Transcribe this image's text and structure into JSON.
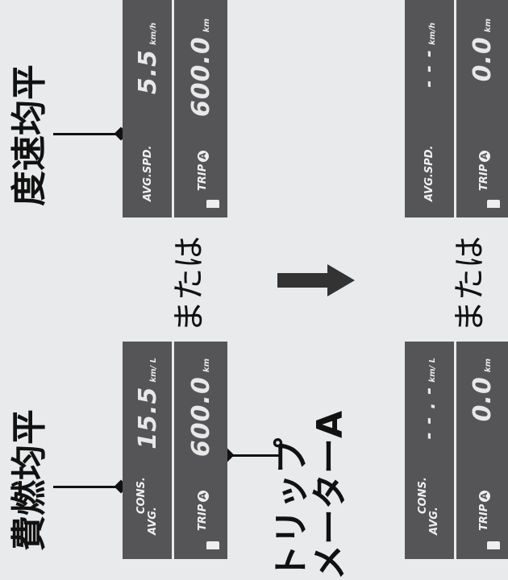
{
  "labels": {
    "avg_fuel": "平均燃費",
    "avg_speed": "平均速度",
    "trip_meter_line1": "トリップ",
    "trip_meter_line2": "メーターA",
    "or": "または"
  },
  "display": {
    "avg": "AVG.",
    "cons": "CONS.",
    "avg_spd": "AVG.SPD.",
    "trip": "TRIP",
    "trip_badge": "A",
    "fuel_unit": "km/ L",
    "speed_unit": "km/h",
    "dist_unit": "km"
  },
  "before": {
    "fuel_value": "15.5",
    "fuel_trip": "600.0",
    "speed_value": "5.5",
    "speed_trip": "600.0"
  },
  "after": {
    "fuel_value": "- - . -",
    "fuel_trip": "0.0",
    "speed_value": "- - -",
    "speed_trip": "0.0"
  },
  "colors": {
    "panel": "#555558",
    "background": "#e9eaec",
    "arrow": "#333333"
  }
}
